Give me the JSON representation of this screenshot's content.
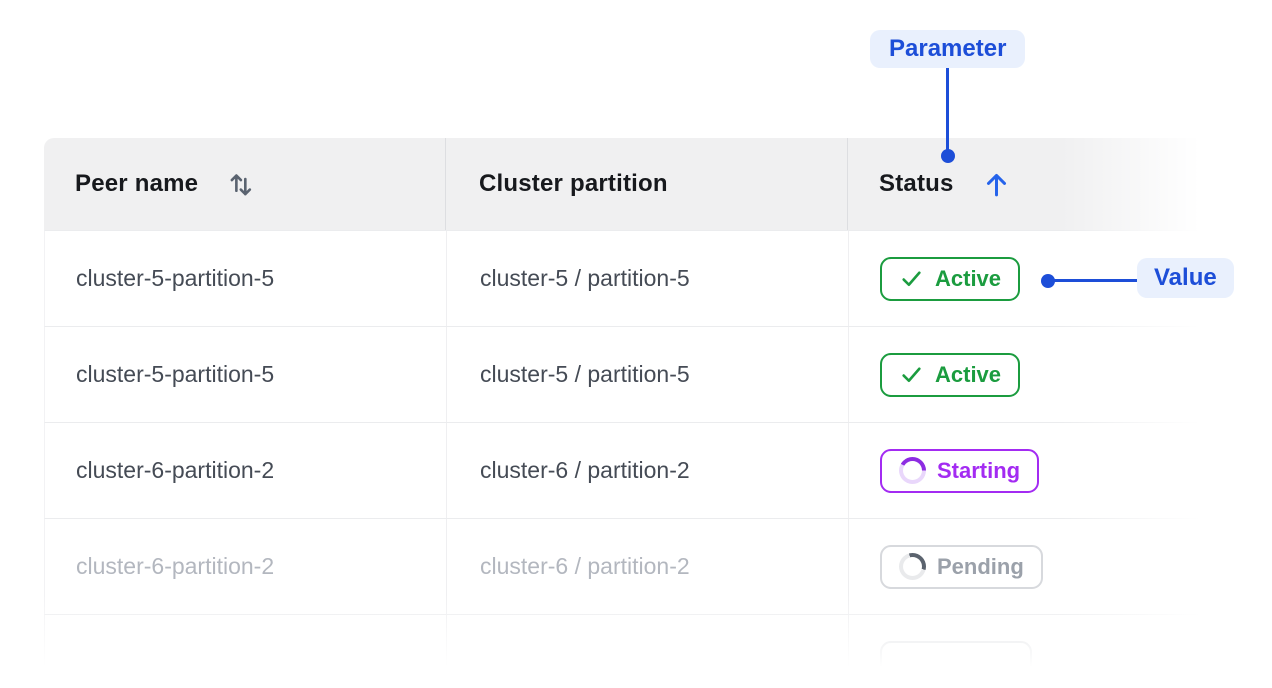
{
  "callouts": {
    "parameter": {
      "label": "Parameter"
    },
    "value": {
      "label": "Value"
    }
  },
  "table": {
    "header": {
      "peer_name": "Peer name",
      "cluster_partition": "Cluster partition",
      "status": "Status",
      "peer_name_sort": "sortable",
      "status_sort": "ascending"
    },
    "rows": [
      {
        "peer_name": "cluster-5-partition-5",
        "cluster_partition": "cluster-5 / partition-5",
        "status": "Active",
        "status_state": "active",
        "faded": false
      },
      {
        "peer_name": "cluster-5-partition-5",
        "cluster_partition": "cluster-5 / partition-5",
        "status": "Active",
        "status_state": "active",
        "faded": false
      },
      {
        "peer_name": "cluster-6-partition-2",
        "cluster_partition": "cluster-6 / partition-2",
        "status": "Starting",
        "status_state": "starting",
        "faded": false
      },
      {
        "peer_name": "cluster-6-partition-2",
        "cluster_partition": "cluster-6 / partition-2",
        "status": "Pending",
        "status_state": "pending",
        "faded": true
      }
    ]
  },
  "colors": {
    "accent_blue": "#1d4ed8",
    "arrow_blue": "#2563eb",
    "active_green": "#1b9c3f",
    "starting_purple": "#a32bf2",
    "pending_gray": "#9ba1aa",
    "callout_bg": "#e9f0fd",
    "header_bg": "#f0f0f1"
  }
}
